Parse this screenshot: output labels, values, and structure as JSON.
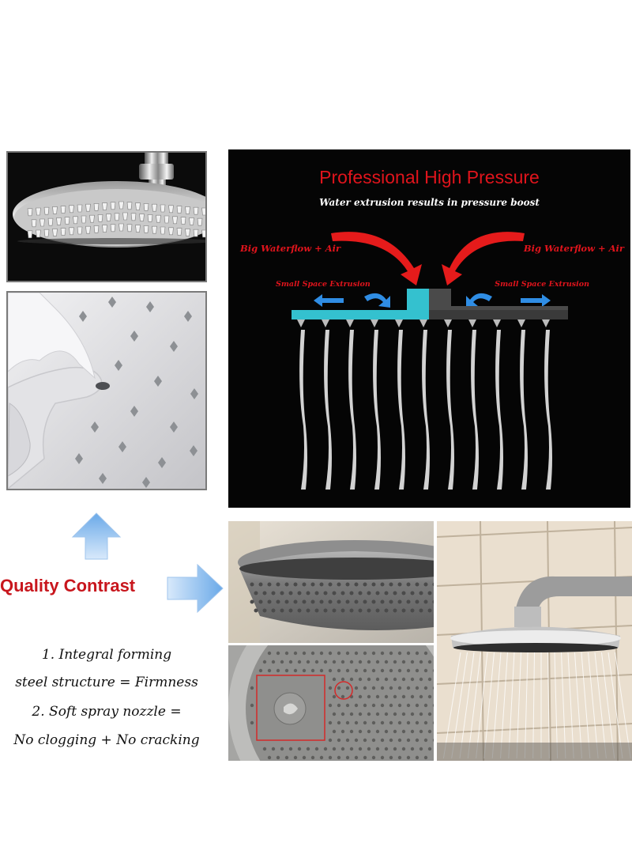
{
  "pressure_diagram": {
    "title": "Professional High Pressure",
    "subtitle": "Water extrusion results in pressure boost",
    "flow_label_left": "Big Waterflow + Air",
    "flow_label_right": "Big Waterflow + Air",
    "extrusion_label_left": "Small Space Extrusion",
    "extrusion_label_right": "Small Space Extrusion"
  },
  "comparison": {
    "title": "Quality Contrast",
    "features": [
      "1. Integral forming",
      "steel structure = Firmness",
      "2. Soft  spray nozzle =",
      "No clogging + No cracking"
    ]
  },
  "colors": {
    "title_red": "#e0141c",
    "quality_red": "#c8161d",
    "arrow_blue": "#a9cbee",
    "water_cyan": "#34c1cf"
  },
  "icons": [
    "up-arrow-icon",
    "right-arrow-icon"
  ]
}
